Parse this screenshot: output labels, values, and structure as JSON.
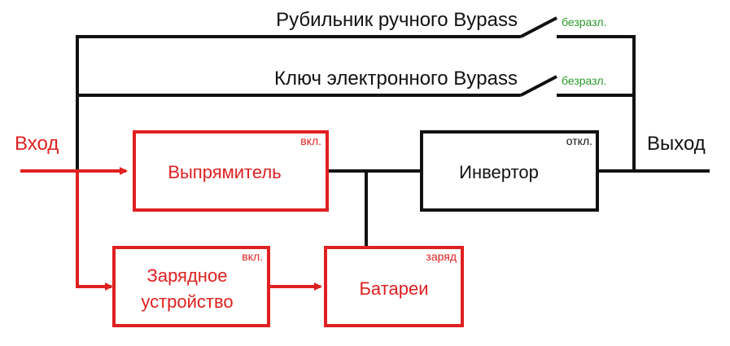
{
  "colors": {
    "active": "#e02020",
    "inactive": "#111111",
    "neutral": "#2a9a2a"
  },
  "bypass": {
    "manual": {
      "label": "Рубильник ручного Bypass",
      "status": "безразл."
    },
    "electronic": {
      "label": "Ключ электронного Bypass",
      "status": "безразл."
    }
  },
  "io": {
    "input": "Вход",
    "output": "Выход"
  },
  "blocks": {
    "rectifier": {
      "label": "Выпрямитель",
      "status": "вкл."
    },
    "inverter": {
      "label": "Инвертор",
      "status": "откл."
    },
    "charger": {
      "line1": "Зарядное",
      "line2": "устройство",
      "status": "вкл."
    },
    "batteries": {
      "label": "Батареи",
      "status": "заряд"
    }
  }
}
